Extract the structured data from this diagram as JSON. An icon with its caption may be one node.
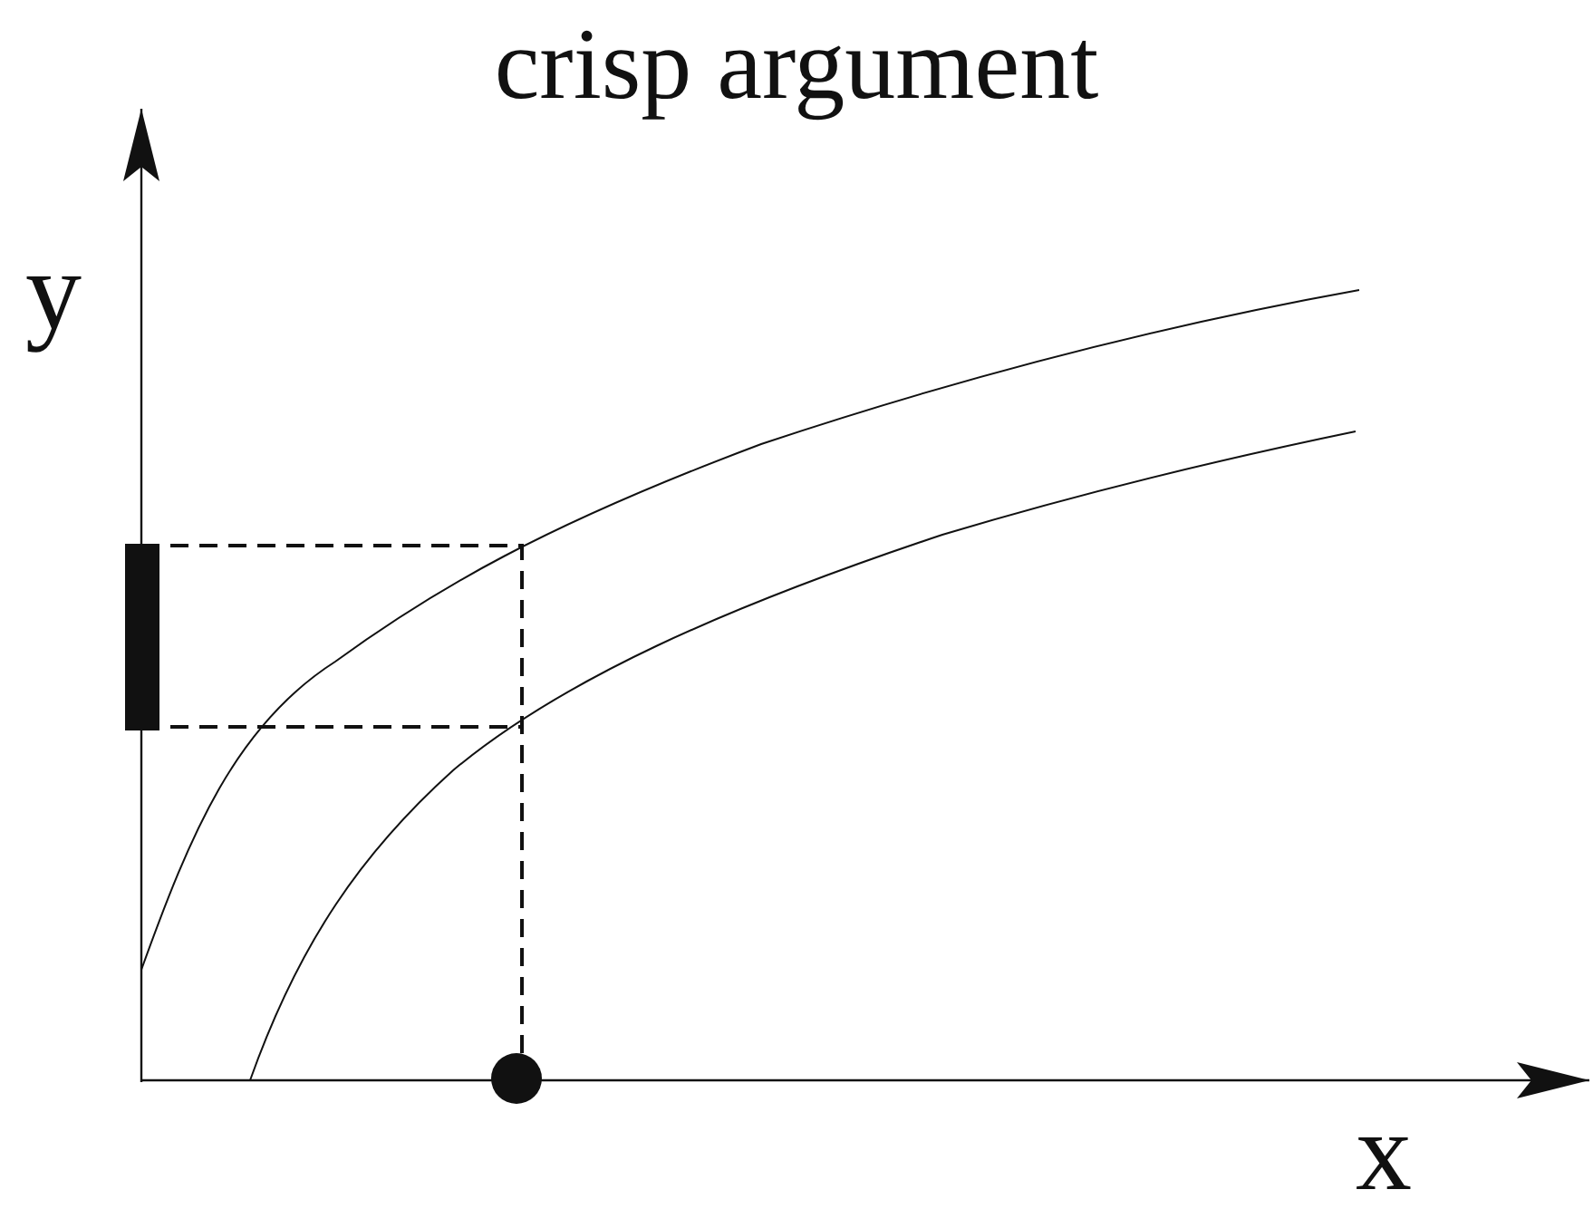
{
  "diagram": {
    "title": "crisp argument",
    "labels": [
      "y",
      "x"
    ]
  }
}
